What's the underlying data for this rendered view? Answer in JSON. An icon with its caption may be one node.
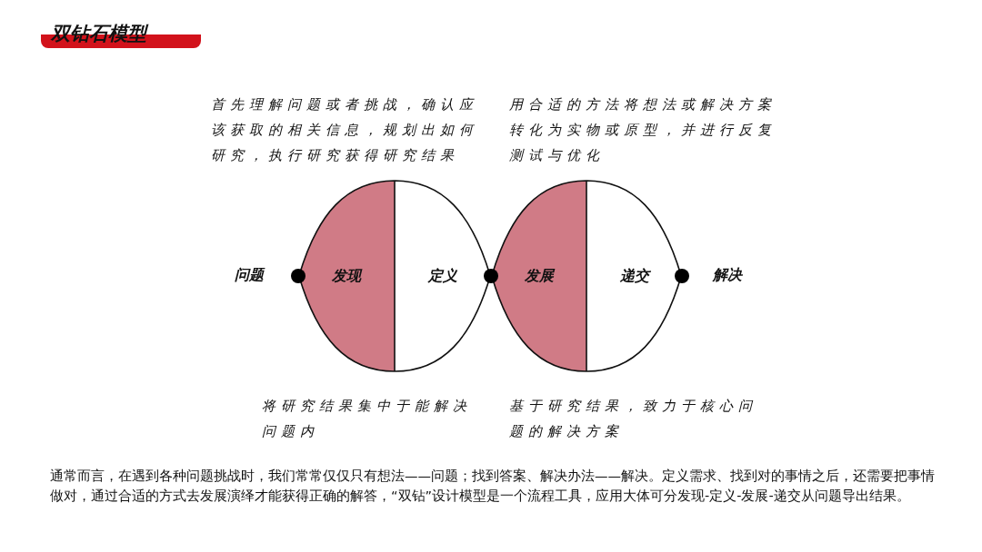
{
  "diagram": {
    "title": "双钻石模型",
    "nodes": [
      {
        "text": [],
        "shape": "circle",
        "beside": [
          "问题"
        ]
      },
      {
        "text": [
          "发现"
        ]
      },
      {
        "text": [
          "定义"
        ]
      },
      {
        "text": [],
        "shape": "circle"
      },
      {
        "text": [
          "发展"
        ]
      },
      {
        "text": [
          "递交"
        ]
      },
      {
        "text": [],
        "shape": "circle",
        "beside": [
          "解决"
        ]
      }
    ],
    "edges": [],
    "labels": [
      "首先理解问题或者挑战，确认应该获取的相关信息，规划出如何研究，执行研究获得研究结果",
      "用合适的方法将想法或解决方案转化为实物或原型，并进行反复测试与优化",
      "将研究结果集中于能解决问题内",
      "基于研究结果，致力于核心问题的解决方案",
      "通常而言，在遇到各种问题挑战时，我们常常仅仅只有想法——问题；找到答案、解决办法——解决。定义需求、找到对的事情之后，还需要把事情做对，通过合适的方式去发展演绎才能获得正确的解答，“双钻”设计模型是一个流程工具，应用大体可分发现-定义-发展-递交从问题导出结果。"
    ]
  }
}
